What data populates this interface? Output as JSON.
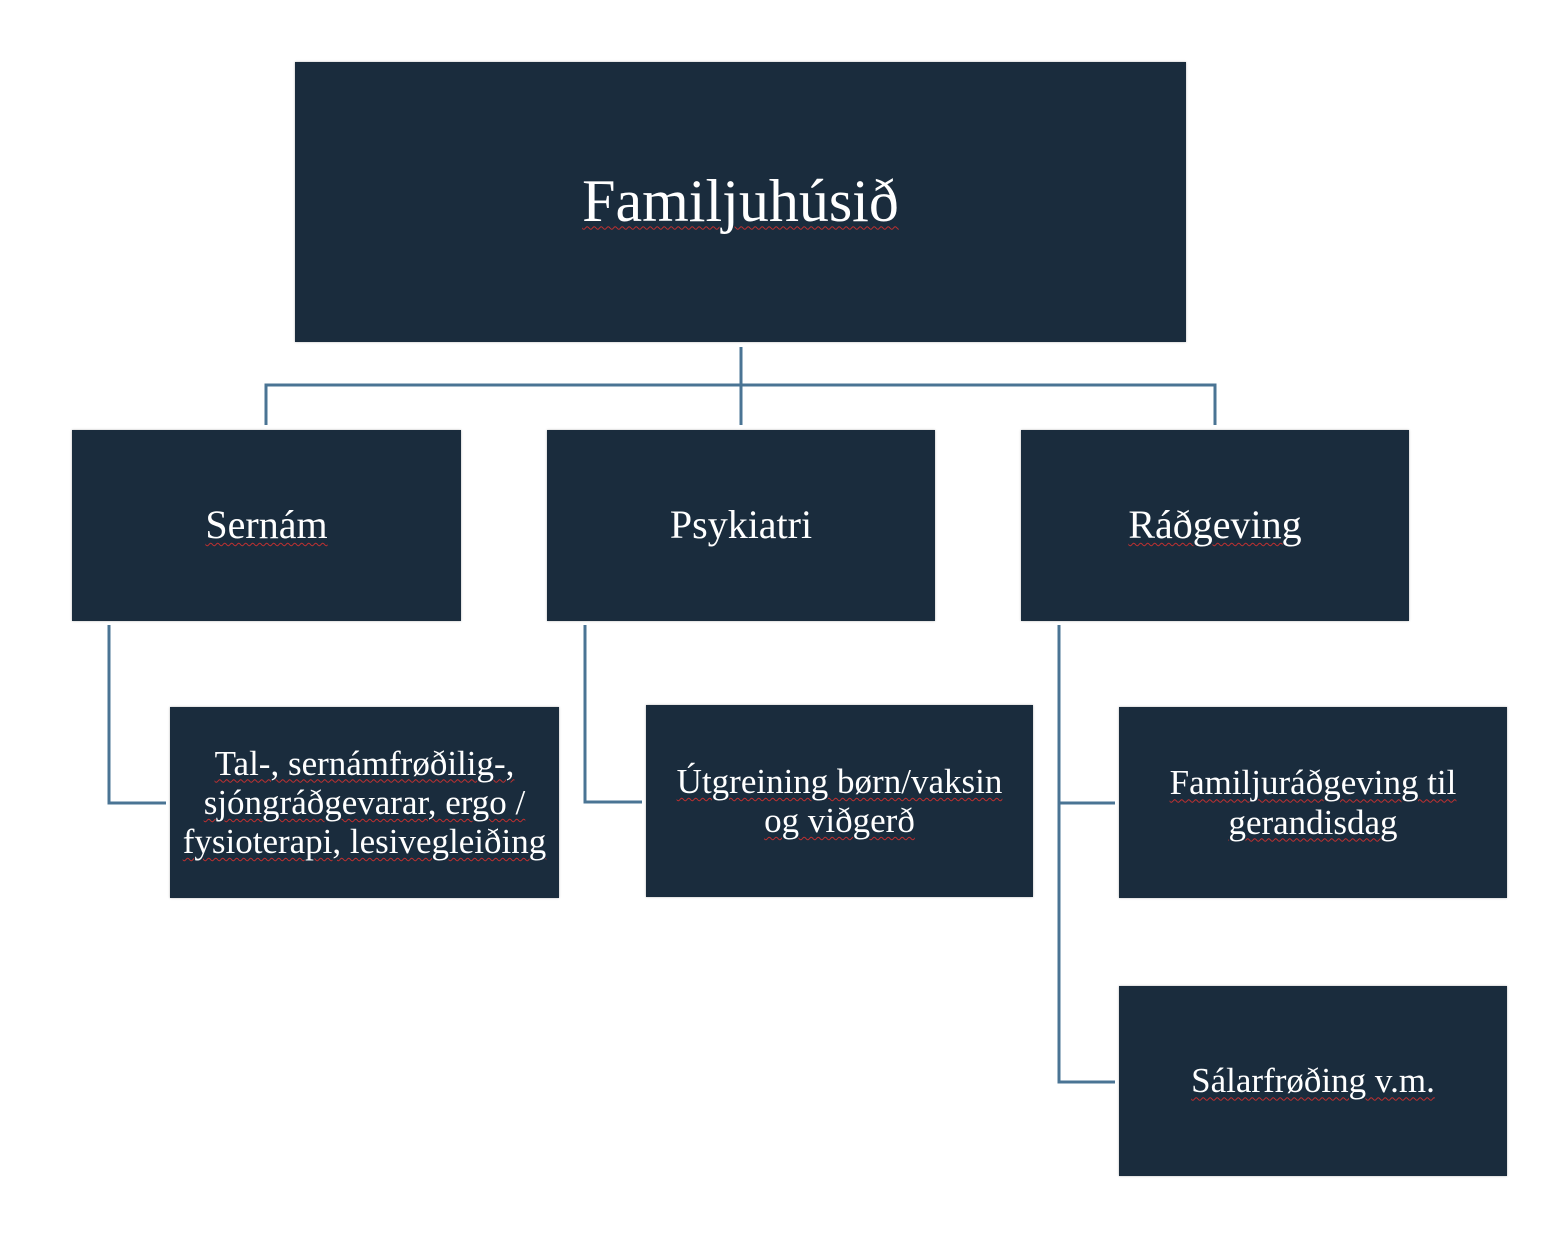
{
  "colors": {
    "box": "#1a2c3d",
    "connector": "#4a7494",
    "text": "#ffffff"
  },
  "root": {
    "label": "Familjuhúsið"
  },
  "departments": [
    {
      "label": "Sernám",
      "children": [
        {
          "label": "Tal-, sernámfrøðilig-, sjóngráðgevarar, ergo / fysioterapi, lesivegleiðing"
        }
      ]
    },
    {
      "label": "Psykiatri",
      "children": [
        {
          "label": "Útgreining børn/vaksin og viðgerð"
        }
      ]
    },
    {
      "label": "Ráðgeving",
      "children": [
        {
          "label": "Familjuráðgeving til gerandisdag"
        },
        {
          "label": "Sálarfrøðing v.m."
        }
      ]
    }
  ]
}
